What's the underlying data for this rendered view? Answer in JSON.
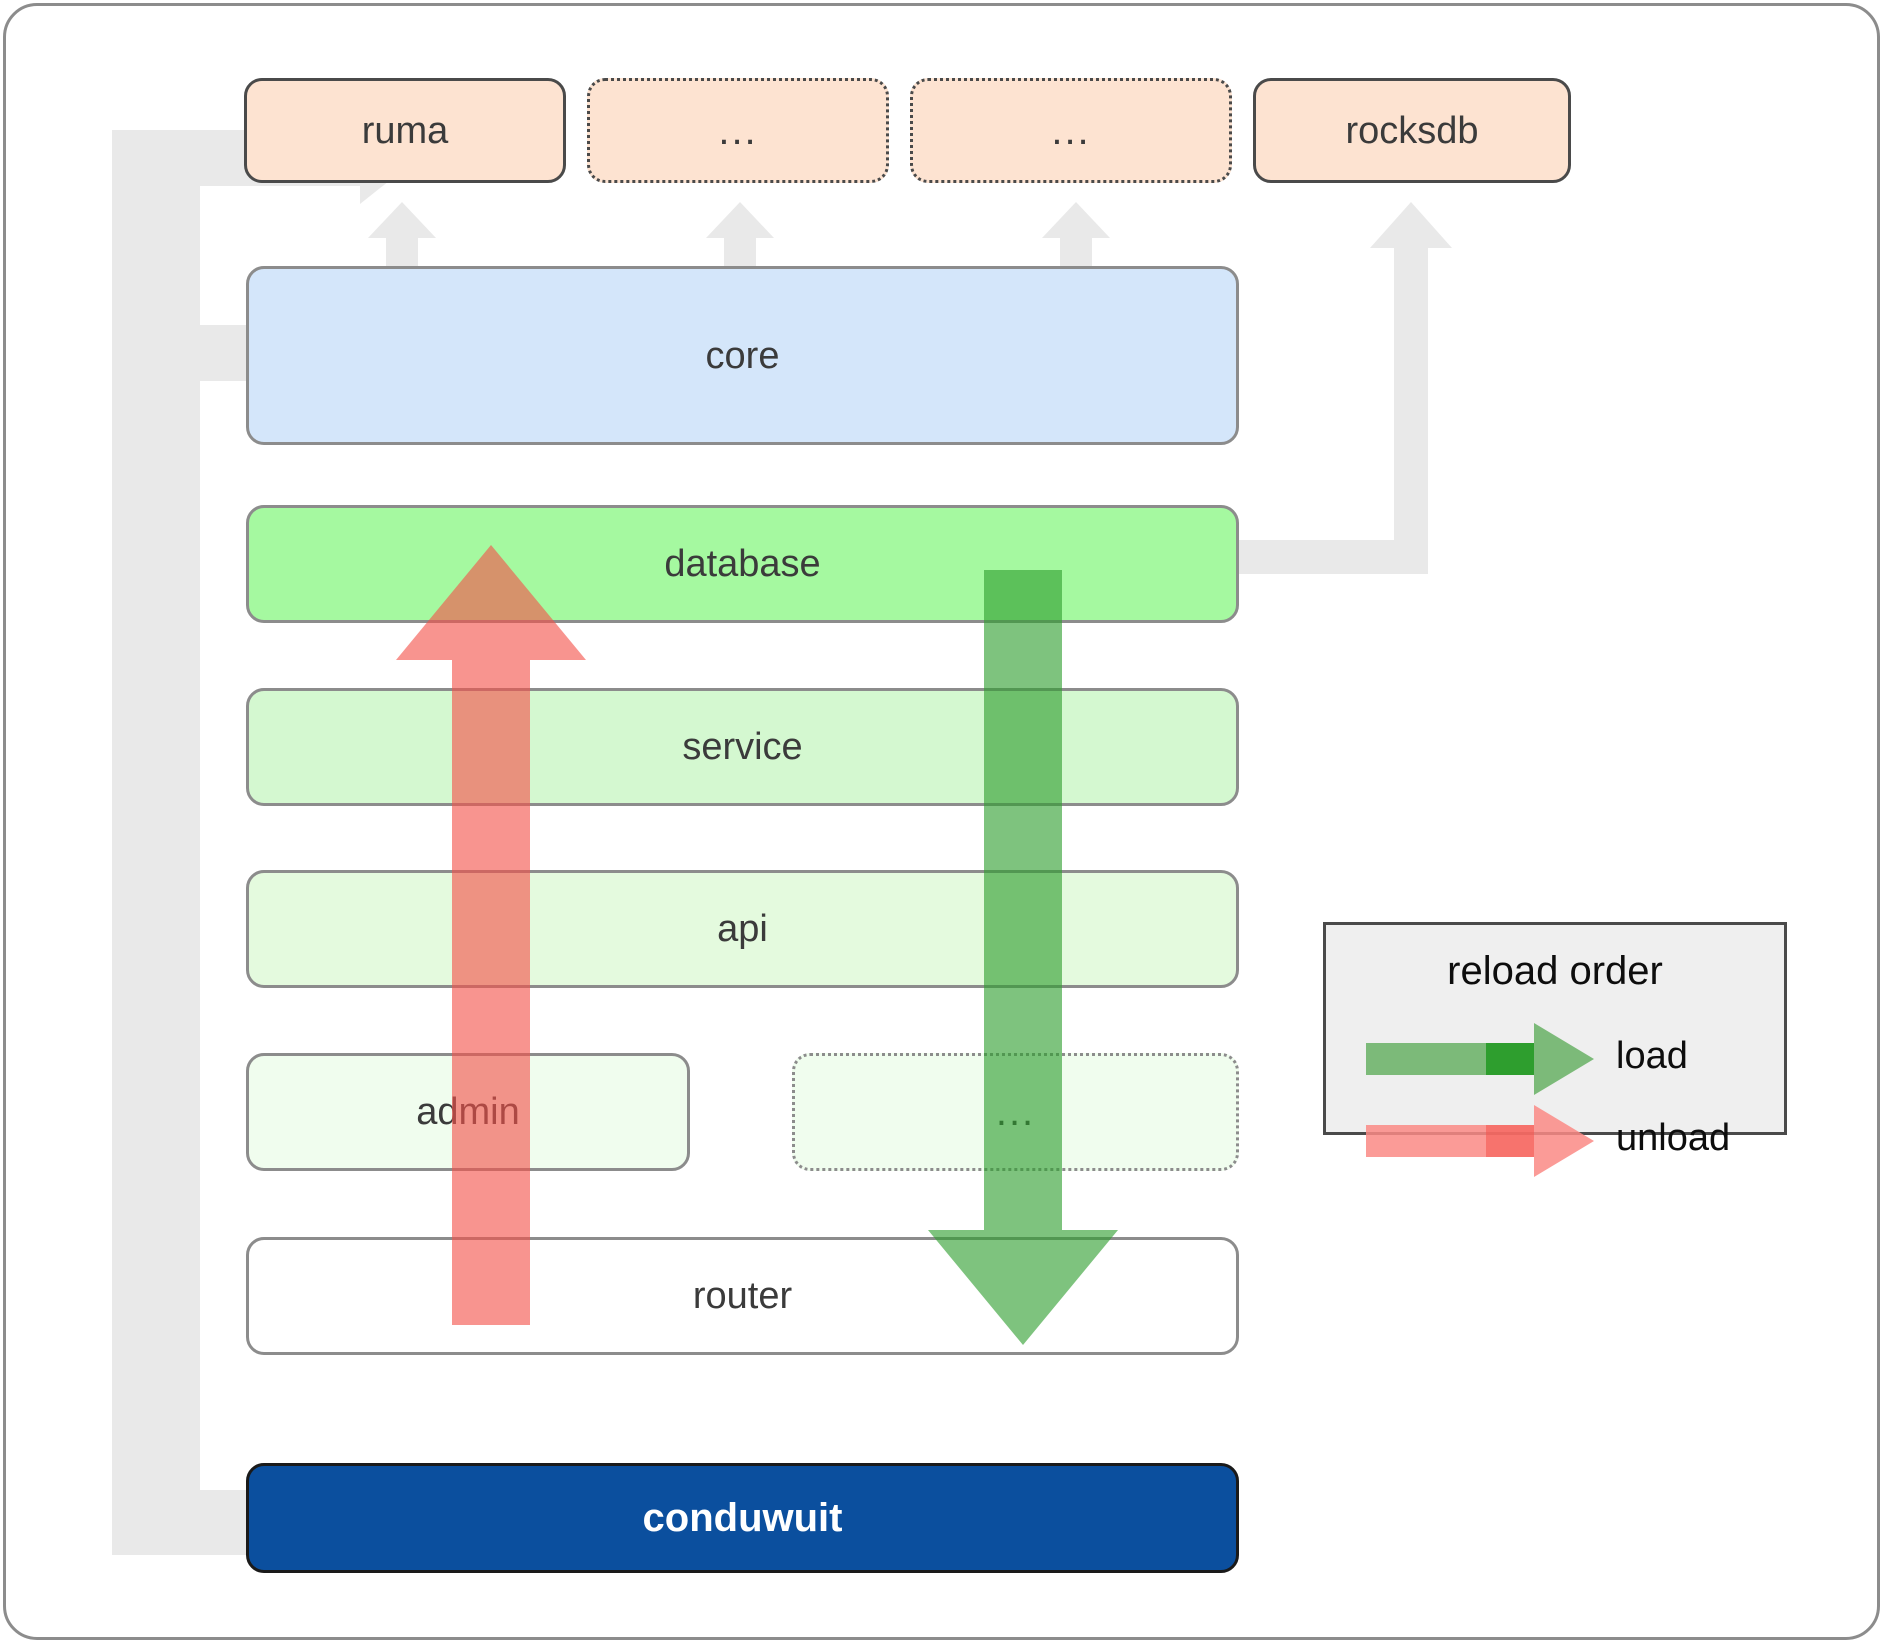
{
  "diagram": {
    "title": "conduwuit crate layering / reload order",
    "background": "#ffffff",
    "frame_color": "#8c8c8c"
  },
  "crates": [
    {
      "id": "ruma",
      "label": "ruma",
      "style": "solid",
      "fill": "#fde3d1"
    },
    {
      "id": "dots1",
      "label": "...",
      "style": "dotted",
      "fill": "#fde3d1"
    },
    {
      "id": "dots2",
      "label": "...",
      "style": "dotted",
      "fill": "#fde3d1"
    },
    {
      "id": "rocksdb",
      "label": "rocksdb",
      "style": "solid",
      "fill": "#fde3d1"
    }
  ],
  "stack": [
    {
      "id": "core",
      "label": "core",
      "fill": "#d4e6fa",
      "style": "solid"
    },
    {
      "id": "database",
      "label": "database",
      "fill": "#a5f9a0",
      "style": "solid"
    },
    {
      "id": "service",
      "label": "service",
      "fill": "#d4f8d0",
      "style": "solid"
    },
    {
      "id": "api",
      "label": "api",
      "fill": "#e4fade",
      "style": "solid"
    },
    {
      "id": "admin",
      "label": "admin",
      "fill": "#f0fdee",
      "style": "solid"
    },
    {
      "id": "dots3",
      "label": "...",
      "fill": "#f0fdee",
      "style": "dotted"
    },
    {
      "id": "router",
      "label": "router",
      "fill": "#ffffff",
      "style": "solid"
    }
  ],
  "binary": {
    "id": "conduwuit",
    "label": "conduwuit",
    "fill": "#0b4f9e",
    "text_color": "#ffffff"
  },
  "legend": {
    "title": "reload order",
    "rows": [
      {
        "id": "load",
        "label": "load",
        "color": "#55a851"
      },
      {
        "id": "unload",
        "label": "unload",
        "color": "#fa8a85"
      }
    ]
  },
  "flows": {
    "load_arrow": {
      "direction": "down",
      "color": "#55a851",
      "from": "database",
      "to": "router"
    },
    "unload_arrow": {
      "direction": "up",
      "color": "#fa8a85",
      "from": "router",
      "to": "database"
    },
    "dependency_color": "#e9e9e9"
  }
}
